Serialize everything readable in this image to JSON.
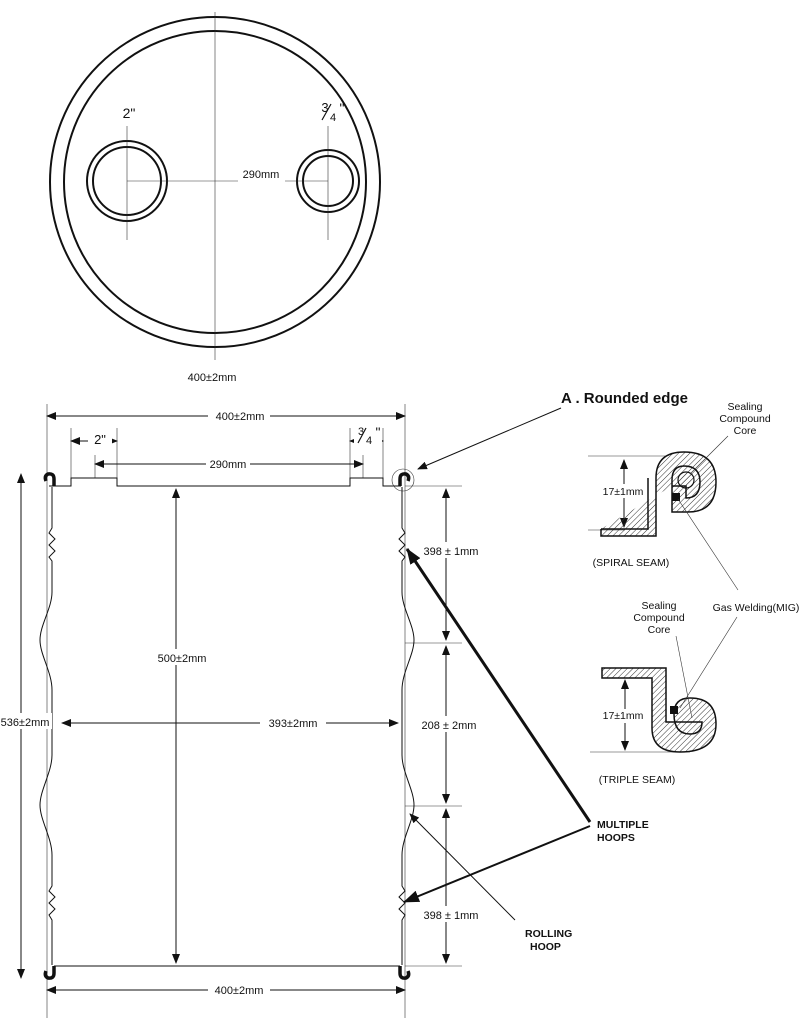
{
  "top_view": {
    "large_opening": "2\"",
    "small_opening_num": "3",
    "small_opening_den": "4",
    "small_opening_mark": "\"",
    "center_distance": "290mm",
    "diameter": "400±2mm"
  },
  "side_view": {
    "top_width": "400±2mm",
    "large_opening": "2\"",
    "small_opening_num": "3",
    "small_opening_den": "4",
    "small_opening_mark": "\"",
    "center_distance": "290mm",
    "inner_height": "500±2mm",
    "total_height": "536±2mm",
    "body_diameter": "393±2mm",
    "upper_span": "398 ± 1mm",
    "middle_span": "208 ± 2mm",
    "lower_span": "398 ± 1mm",
    "bottom_width": "400±2mm"
  },
  "callouts": {
    "rounded_edge": "A . Rounded edge",
    "multiple_hoops_1": "MULTIPLE",
    "multiple_hoops_2": "HOOPS",
    "rolling_hoop_1": "ROLLING",
    "rolling_hoop_2": "HOOP"
  },
  "seams": {
    "spiral": {
      "sealing_1": "Sealing",
      "sealing_2": "Compound",
      "sealing_3": "Core",
      "height": "17±1mm",
      "caption": "(SPIRAL SEAM)"
    },
    "triple": {
      "sealing_1": "Sealing",
      "sealing_2": "Compound",
      "sealing_3": "Core",
      "height": "17±1mm",
      "caption": "(TRIPLE SEAM)"
    },
    "welding": "Gas Welding(MIG)"
  }
}
